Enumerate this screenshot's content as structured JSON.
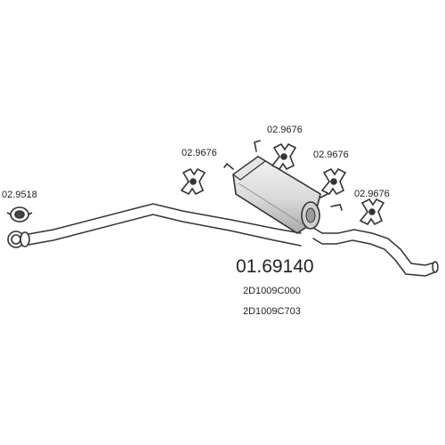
{
  "labels": {
    "part_main": "01.69140",
    "oem_1": "2D1009C000",
    "oem_2": "2D1009C703",
    "clamp_left": "02.9518",
    "hanger_a": "02.9676",
    "hanger_b": "02.9676",
    "hanger_c": "02.9676",
    "hanger_d": "02.9676"
  },
  "colors": {
    "line": "#333333",
    "text": "#222222",
    "muffler_light": "#f2f2f2",
    "muffler_shade": "#bdbdbd"
  }
}
